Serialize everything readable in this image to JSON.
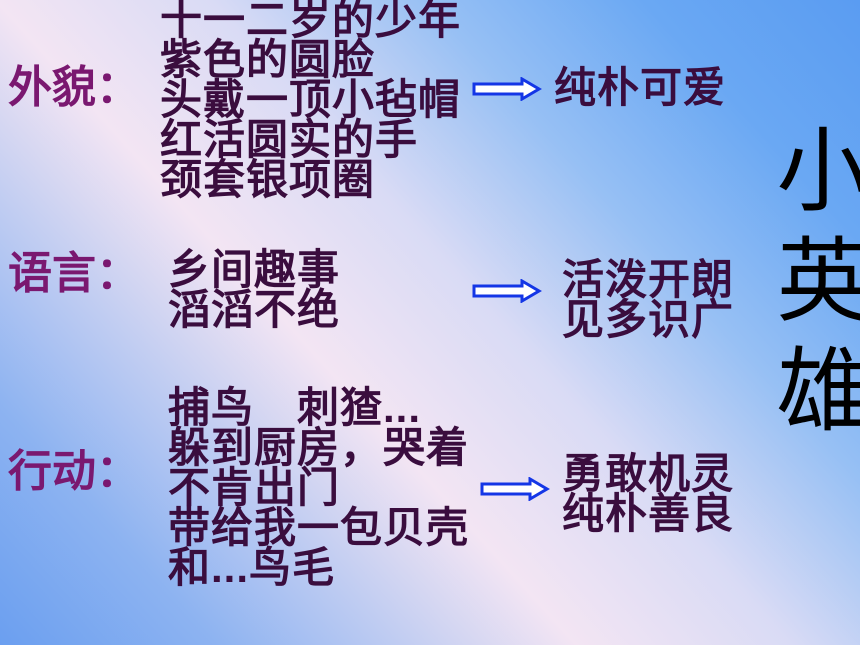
{
  "slide": {
    "sections": [
      {
        "label": "外貌：",
        "details": [
          "十一二岁的少年",
          "紫色的圆脸",
          "头戴一顶小毡帽",
          "红活圆实的手",
          "颈套银项圈"
        ],
        "conclusion": [
          "纯朴可爱"
        ]
      },
      {
        "label": "语言：",
        "details": [
          "乡间趣事",
          "滔滔不绝"
        ],
        "conclusion": [
          "活泼开朗",
          "见多识广"
        ]
      },
      {
        "label": "行动：",
        "details": [
          "捕鸟　刺猹...",
          "躲到厨房，哭着",
          "不肯出门",
          "带给我一包贝壳",
          "和...鸟毛"
        ],
        "conclusion": [
          "勇敢机灵",
          "纯朴善良"
        ]
      }
    ],
    "title": "小英雄"
  },
  "icons": {
    "arrow": "right-arrow-outline-icon"
  },
  "colors": {
    "label": "#7a1870",
    "text": "#3a0d3e",
    "title": "#000000",
    "arrow_stroke": "#1436e6",
    "arrow_fill": "#ffffff",
    "background_blue": "#5a9cf2",
    "background_light": "#f3e5f3"
  }
}
